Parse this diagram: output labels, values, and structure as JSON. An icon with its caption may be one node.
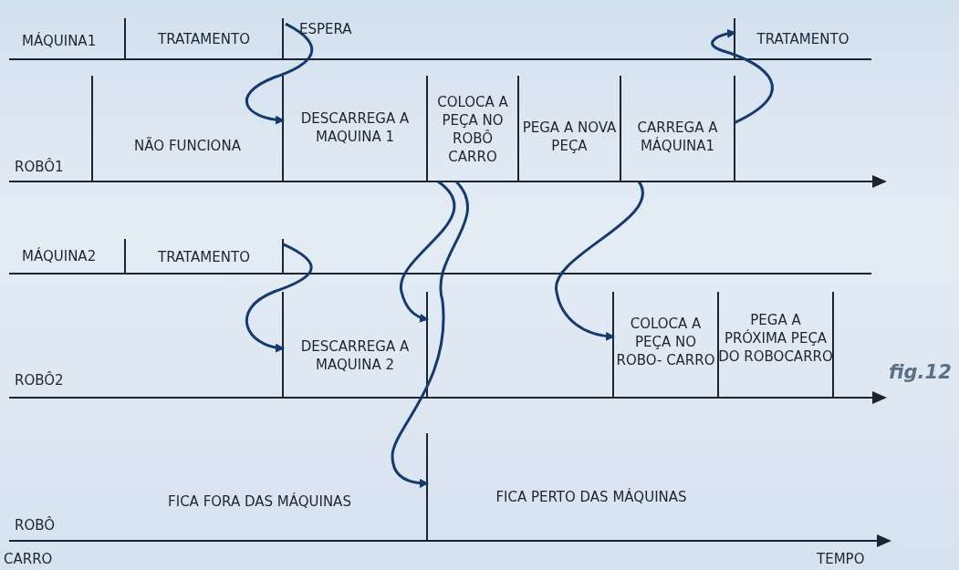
{
  "diagram": {
    "caption": "fig.12",
    "nodes": [
      {
        "text": [
          "TRATAMENTO"
        ]
      },
      {
        "text": [
          "ESPERA"
        ]
      },
      {
        "text": [
          "TRATAMENTO"
        ]
      },
      {
        "text": [
          "NÃO FUNCIONA"
        ]
      },
      {
        "text": [
          "DESCARREGA A MAQUINA 1"
        ]
      },
      {
        "text": [
          "COLOCA A PEÇA NO ROBÔ CARRO"
        ]
      },
      {
        "text": [
          "PEGA A NOVA PEÇA"
        ]
      },
      {
        "text": [
          "CARREGA A MÁQUINA1"
        ]
      },
      {
        "text": [
          "TRATAMENTO"
        ]
      },
      {
        "text": [
          "DESCARREGA A MAQUINA 2"
        ]
      },
      {
        "text": [
          "COLOCA A PEÇA NO ROBO- CARRO"
        ]
      },
      {
        "text": [
          "PEGA A PRÓXIMA PEÇA DO ROBOCARRO"
        ]
      },
      {
        "text": [
          "FICA FORA DAS MÁQUINAS"
        ]
      },
      {
        "text": [
          "FICA PERTO DAS MÁQUINAS"
        ]
      }
    ],
    "edges": [
      {
        "from": 1,
        "to": 4,
        "arrow": "to"
      },
      {
        "from": 7,
        "to": 2,
        "arrow": "to"
      },
      {
        "from": 8,
        "to": 9,
        "arrow": "to"
      },
      {
        "from": 5,
        "to": 9,
        "arrow": "to"
      },
      {
        "from": 5,
        "to": 13,
        "arrow": "to"
      },
      {
        "from": 7,
        "to": 10,
        "arrow": "to"
      }
    ],
    "labels": [
      "MÁQUINA1",
      "ROBÔ1",
      "MÁQUINA2",
      "ROBÔ2",
      "ROBÔ",
      "CARRO",
      "TEMPO"
    ]
  }
}
